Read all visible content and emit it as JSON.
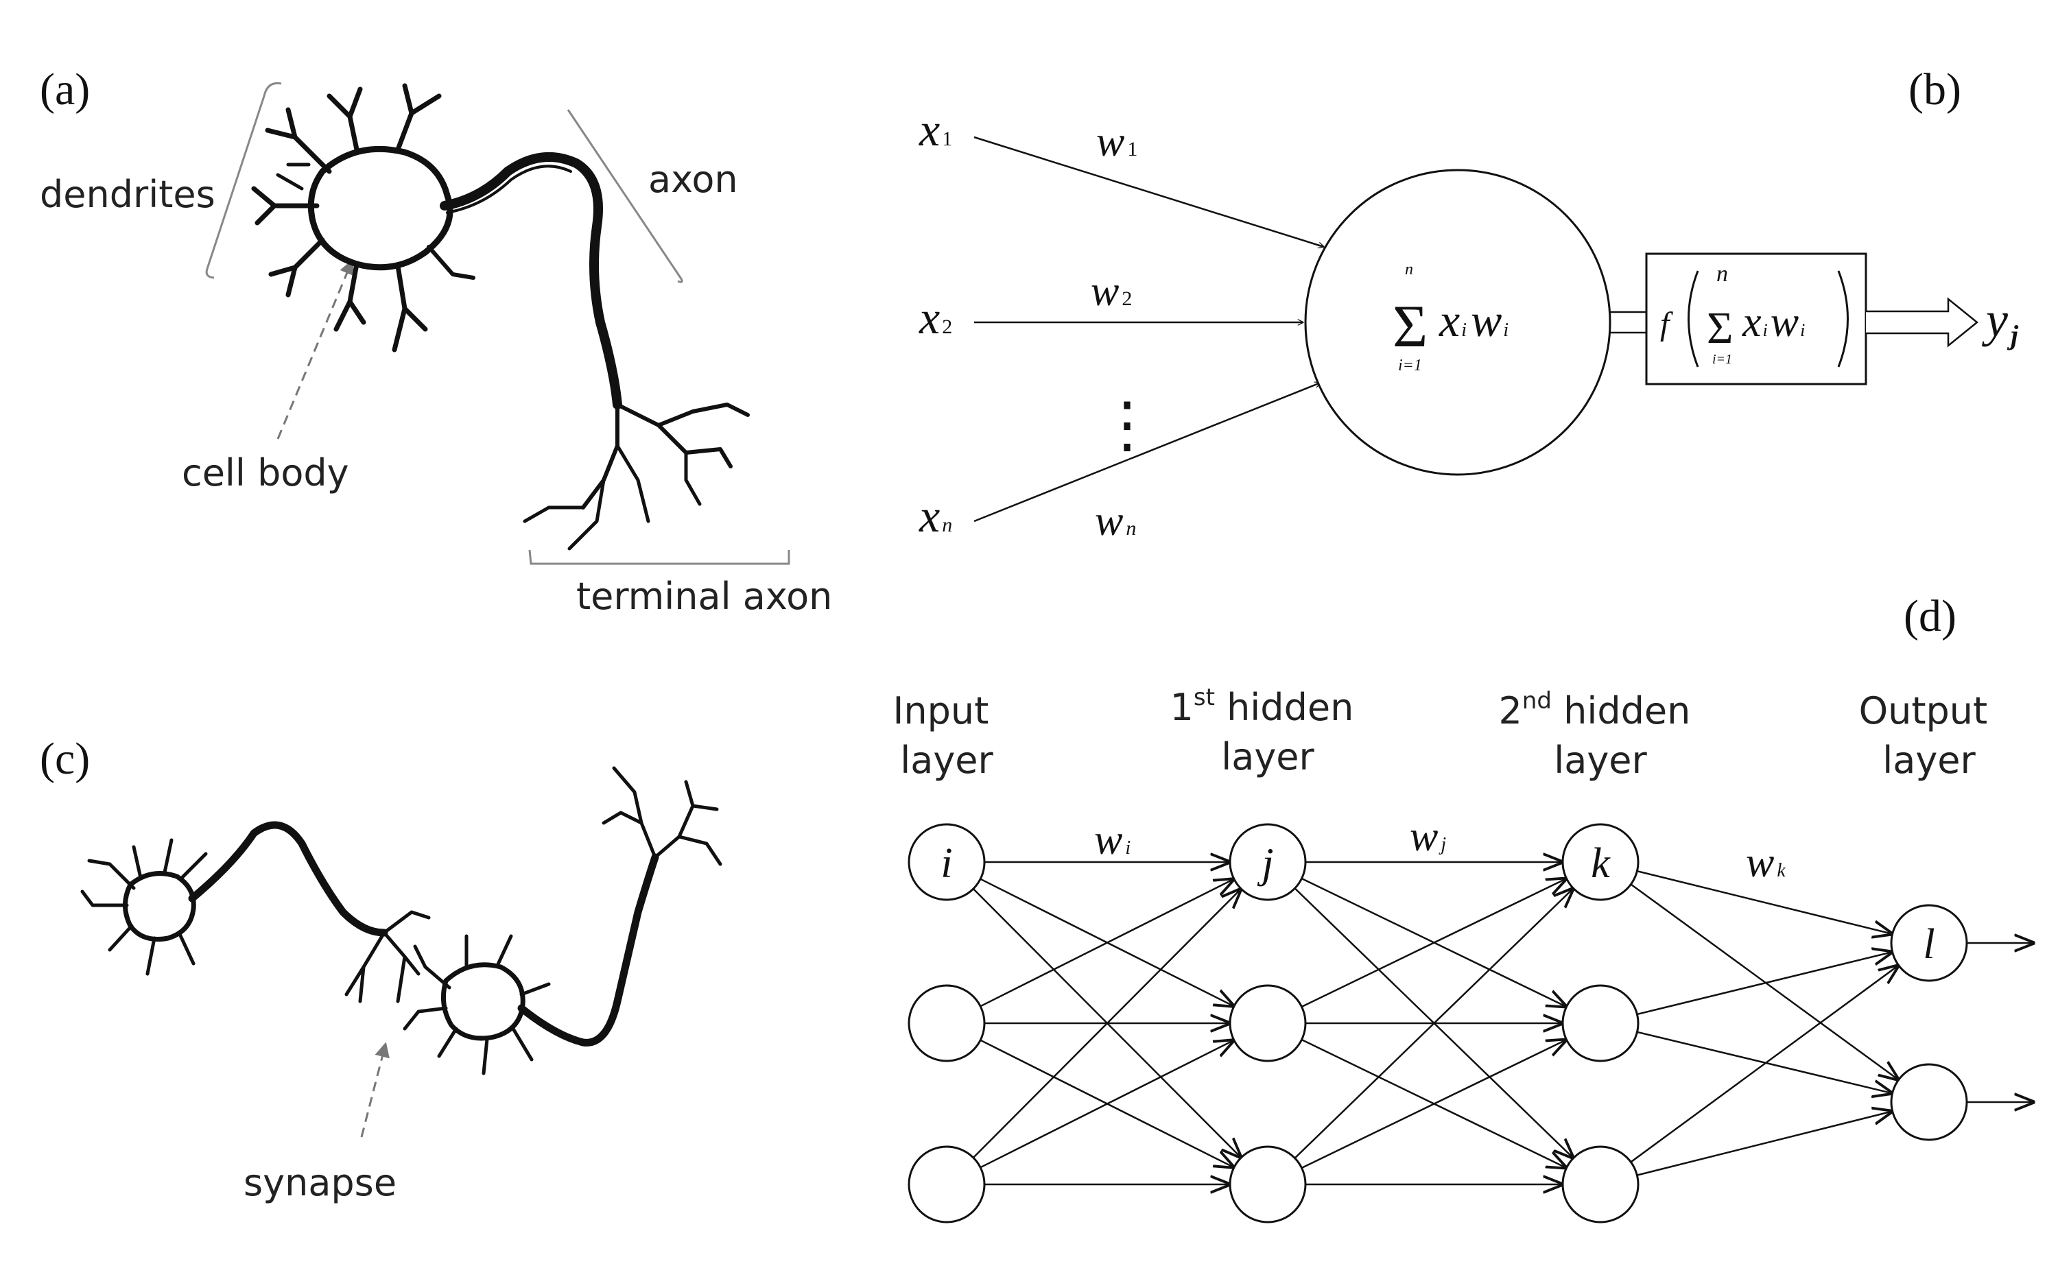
{
  "panels": {
    "a": "(a)",
    "b": "(b)",
    "c": "(c)",
    "d": "(d)"
  },
  "neuron": {
    "dendrites": "dendrites",
    "axon": "axon",
    "cell_body": "cell body",
    "terminal_axon": "terminal axon"
  },
  "synapse": {
    "label": "synapse"
  },
  "perceptron": {
    "inputs": [
      {
        "x": "x",
        "sub": "1",
        "w": "w",
        "wsub": "1"
      },
      {
        "x": "x",
        "sub": "2",
        "w": "w",
        "wsub": "2"
      },
      {
        "x": "x",
        "sub": "n",
        "w": "w",
        "wsub": "n"
      }
    ],
    "dots": "⋮",
    "sum": {
      "sigma": "Σ",
      "upper": "n",
      "lower": "i=1",
      "term": "x",
      "term_sub": "i",
      "term2": "w",
      "term2_sub": "i"
    },
    "activation": {
      "f": "f",
      "sigma": "Σ",
      "upper": "n",
      "lower": "i=1",
      "term": "x",
      "term_sub": "i",
      "term2": "w",
      "term2_sub": "i"
    },
    "output": {
      "y": "y",
      "sub": "j"
    }
  },
  "network": {
    "layers": [
      {
        "line1": "Input",
        "line1_sup": "",
        "line1_rest": "",
        "line2": "layer",
        "node": "i"
      },
      {
        "line1": "1",
        "line1_sup": "st",
        "line1_rest": " hidden",
        "line2": "layer",
        "node": "j"
      },
      {
        "line1": "2",
        "line1_sup": "nd",
        "line1_rest": " hidden",
        "line2": "layer",
        "node": "k"
      },
      {
        "line1": "Output",
        "line1_sup": "",
        "line1_rest": "",
        "line2": "layer",
        "node": "l"
      }
    ],
    "weights": [
      {
        "w": "w",
        "sub": "i"
      },
      {
        "w": "w",
        "sub": "j"
      },
      {
        "w": "w",
        "sub": "k"
      }
    ]
  }
}
